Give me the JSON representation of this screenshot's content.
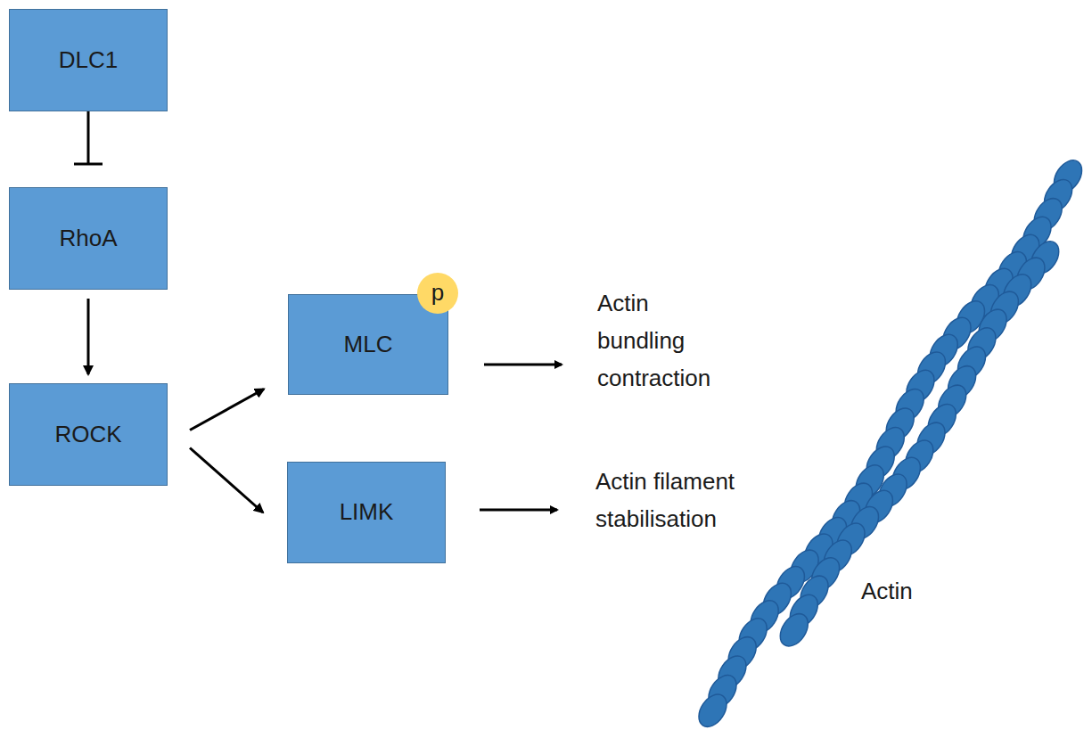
{
  "diagram": {
    "nodes": [
      {
        "text": [
          "DLC1"
        ]
      },
      {
        "text": [
          "RhoA"
        ]
      },
      {
        "text": [
          "ROCK"
        ]
      },
      {
        "text": [
          "MLC"
        ]
      },
      {
        "text": [
          "p"
        ],
        "in": 3
      },
      {
        "text": [
          "LIMK"
        ]
      }
    ],
    "edges": [
      {
        "from": 0,
        "to": 1,
        "arrow": "to"
      },
      {
        "from": 1,
        "to": 2,
        "arrow": "to"
      },
      {
        "from": 2,
        "to": 3,
        "arrow": "to"
      },
      {
        "from": 2,
        "to": 5,
        "arrow": "to"
      }
    ],
    "labels": [
      "Actin bundling contraction",
      "Actin filament stabilisation",
      "Actin"
    ]
  }
}
